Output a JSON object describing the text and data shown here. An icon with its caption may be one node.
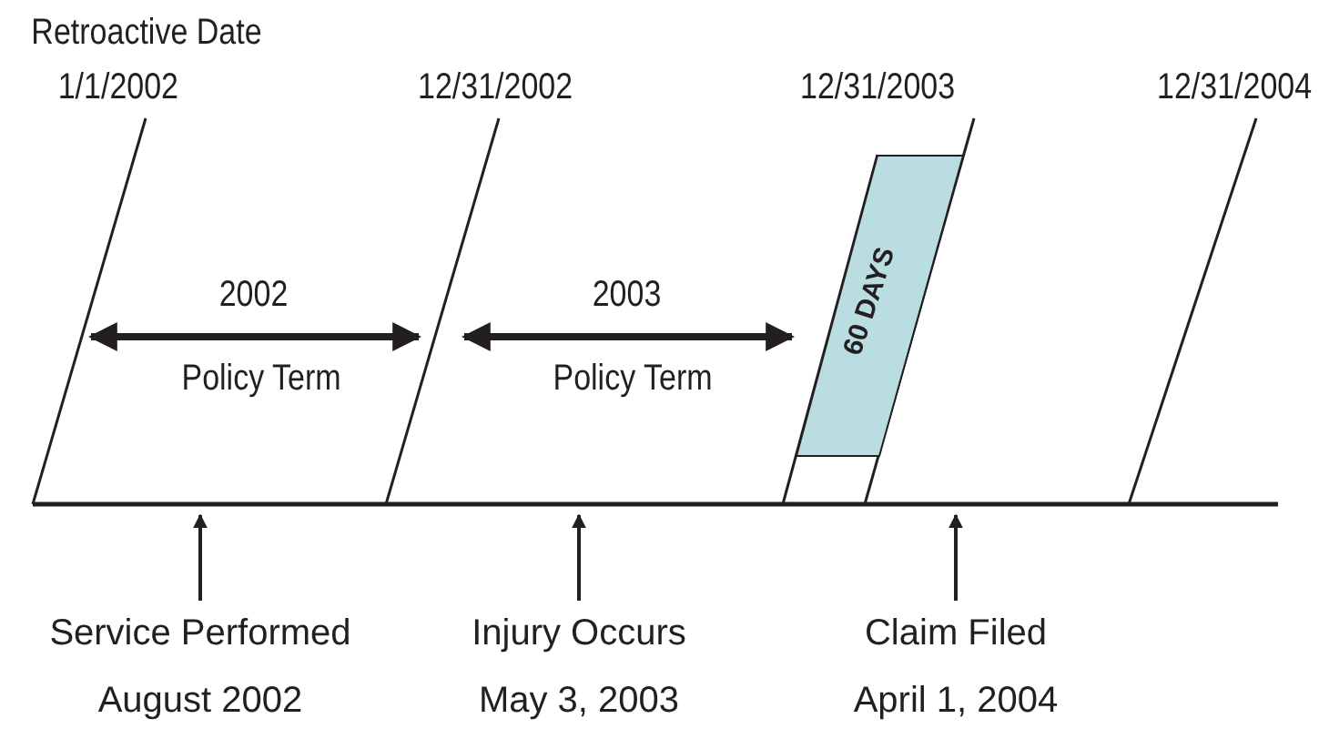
{
  "diagram": {
    "nodes": [
      {
        "text": [
          "60 DAYS"
        ]
      },
      {
        "text": [
          "Service Performed",
          "August 2002"
        ]
      },
      {
        "text": [
          "Injury Occurs",
          "May 3, 2003"
        ]
      },
      {
        "text": [
          "Claim Filed",
          "April 1, 2004"
        ]
      }
    ],
    "edges": [
      {
        "from": 1,
        "to": null,
        "arrow": "to"
      },
      {
        "from": 2,
        "to": null,
        "arrow": "to"
      },
      {
        "from": 3,
        "to": null,
        "arrow": "to"
      }
    ],
    "labels": [
      "Retroactive Date",
      "1/1/2002",
      "12/31/2002",
      "12/31/2003",
      "12/31/2004",
      "2002",
      "Policy Term",
      "2003",
      "Policy Term"
    ]
  }
}
